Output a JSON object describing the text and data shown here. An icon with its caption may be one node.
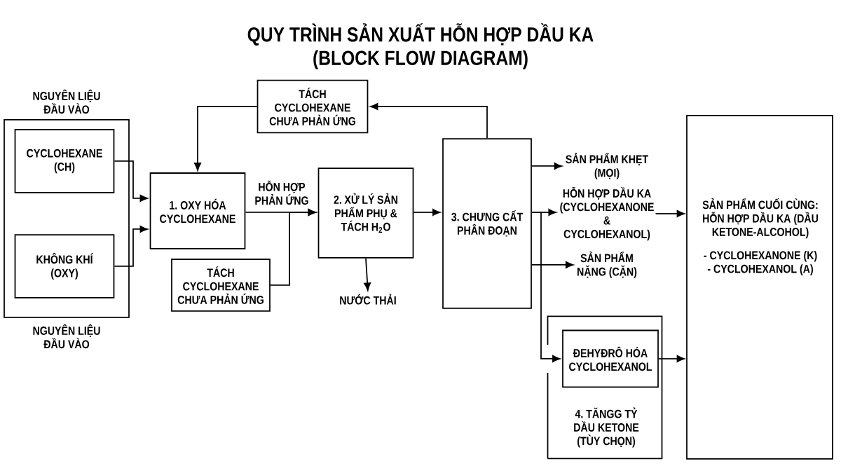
{
  "diagram": {
    "title": "QUY TRÌNH SẢN XUẤT HỖN HỢP DẦU KA (BLOCK FLOW DIAGRAM)",
    "nodes": [
      {
        "text": [
          "NGUYÊN LIỆU ĐẦU VÀO",
          "NGUYÊN LIỆU ĐẦU VÀO"
        ]
      },
      {
        "text": [
          "CYCLOHEXANE (CH)"
        ],
        "in": 0
      },
      {
        "text": [
          "KHÔNG KHÍ (OXY)"
        ],
        "in": 0
      },
      {
        "text": [
          "1. OXY HÓA CYCLOHEXANE"
        ]
      },
      {
        "text": [
          "TÁCH CYCLOHEXANE CHƯA PHẢN ỨNG"
        ]
      },
      {
        "text": [
          "TÁCH CYCLOHEXANE CHƯA PHẢN ỨNG"
        ]
      },
      {
        "text": [
          "2. XỬ LÝ SẢN PHẨM PHỤ & TÁCH H$_{2}$O"
        ]
      },
      {
        "text": [
          "NƯỚC THẢI"
        ]
      },
      {
        "text": [
          "3. CHƯNG CẤT PHÂN ĐOẠN"
        ]
      },
      {
        "text": [
          "SẢN PHẨM KHẸT (MỌI)"
        ]
      },
      {
        "text": [
          "HỖN HỢP DẦU KA (CYCLOHEXANONE & CYCLOHEXANOL)"
        ]
      },
      {
        "text": [
          "SẢN PHẨM NẶNG (CẶN)"
        ]
      },
      {
        "text": [
          "4. TĂNGG TỶ DẦU KETONE (TÙY CHỌN)"
        ]
      },
      {
        "text": [
          "ĐEHYĐRÔ HÓA CYCLOHEXANOL"
        ],
        "in": 12
      },
      {
        "text": [
          "SẢN PHẨM CUỐI CÙNG: HỖN HỢP DẦU KA (DẦU KETONE-ALCOHOL)",
          "- CYCLOHEXANONE (K)",
          "- CYCLOHEXANOL (A)"
        ]
      }
    ],
    "edges": [
      {
        "from": 1,
        "to": 3,
        "arrow": "to"
      },
      {
        "from": 2,
        "to": 3,
        "arrow": "to"
      },
      {
        "from": 4,
        "to": 3,
        "arrow": "to"
      },
      {
        "from": 3,
        "to": 6,
        "arrow": "to",
        "label": "HỖN HỢP PHẢN ỨNG"
      },
      {
        "from": 5,
        "to": 6,
        "arrow": "to"
      },
      {
        "from": 6,
        "to": 8,
        "arrow": "to"
      },
      {
        "from": 6,
        "to": 7,
        "arrow": "to"
      },
      {
        "from": 8,
        "to": 4,
        "arrow": "to"
      },
      {
        "from": 8,
        "to": 9,
        "arrow": "to"
      },
      {
        "from": 8,
        "to": 10,
        "arrow": "to"
      },
      {
        "from": 8,
        "to": 11,
        "arrow": "to"
      },
      {
        "from": 8,
        "to": 13,
        "arrow": "to"
      },
      {
        "from": 10,
        "to": 14,
        "arrow": "to"
      },
      {
        "from": 13,
        "to": 14,
        "arrow": "to"
      }
    ]
  }
}
